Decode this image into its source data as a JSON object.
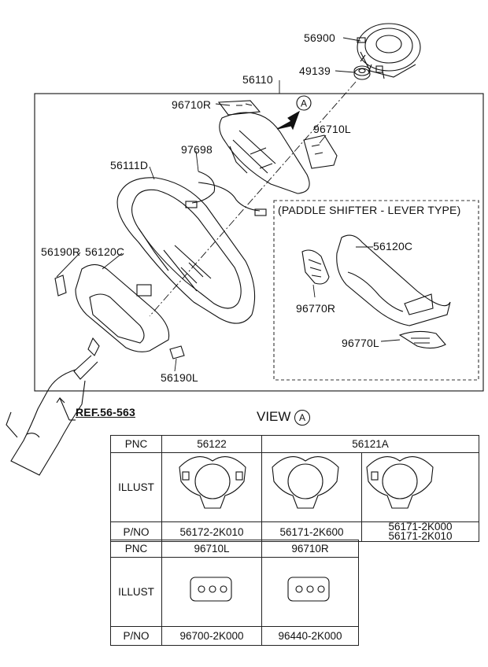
{
  "callouts": {
    "c56900": "56900",
    "c49139": "49139",
    "c56110": "56110",
    "c96710R": "96710R",
    "c96710L": "96710L",
    "c97698": "97698",
    "c56111D": "56111D",
    "c56190R": "56190R",
    "c56120C_main": "56120C",
    "c56190L": "56190L",
    "c56120C_inset": "56120C",
    "c96770R": "96770R",
    "c96770L": "96770L",
    "ref": "REF.56-563"
  },
  "inset_title": "(PADDLE SHIFTER - LEVER TYPE)",
  "view_marker": {
    "word": "VIEW",
    "letter": "A"
  },
  "arrow_marker_letter": "A",
  "table_top": {
    "pnc_label": "PNC",
    "illust_label": "ILLUST",
    "pno_label": "P/NO",
    "pnc": [
      "56122",
      "56121A"
    ],
    "pno": [
      "56172-2K010",
      "56171-2K600"
    ],
    "pno_col3": [
      "56171-2K000",
      "56171-2K010"
    ]
  },
  "table_bottom": {
    "pnc_label": "PNC",
    "illust_label": "ILLUST",
    "pno_label": "P/NO",
    "pnc": [
      "96710L",
      "96710R"
    ],
    "pno": [
      "96700-2K000",
      "96440-2K000"
    ]
  }
}
